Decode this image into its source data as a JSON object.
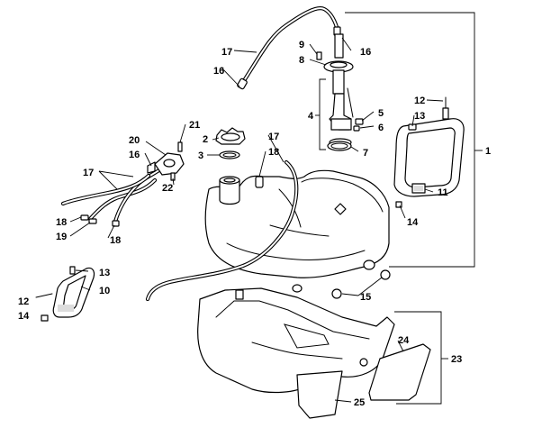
{
  "callouts": {
    "c1": "1",
    "c2": "2",
    "c3": "3",
    "c4": "4",
    "c5": "5",
    "c6": "6",
    "c7": "7",
    "c8": "8",
    "c9": "9",
    "c10": "10",
    "c11": "11",
    "c12a": "12",
    "c12b": "12",
    "c13a": "13",
    "c13b": "13",
    "c14a": "14",
    "c14b": "14",
    "c15": "15",
    "c16a": "16",
    "c16b": "16",
    "c16c": "16",
    "c17a": "17",
    "c17b": "17",
    "c17c": "17",
    "c18a": "18",
    "c18b": "18",
    "c18c": "18",
    "c19": "19",
    "c20": "20",
    "c21": "21",
    "c22": "22",
    "c23": "23",
    "c24": "24",
    "c25": "25"
  }
}
